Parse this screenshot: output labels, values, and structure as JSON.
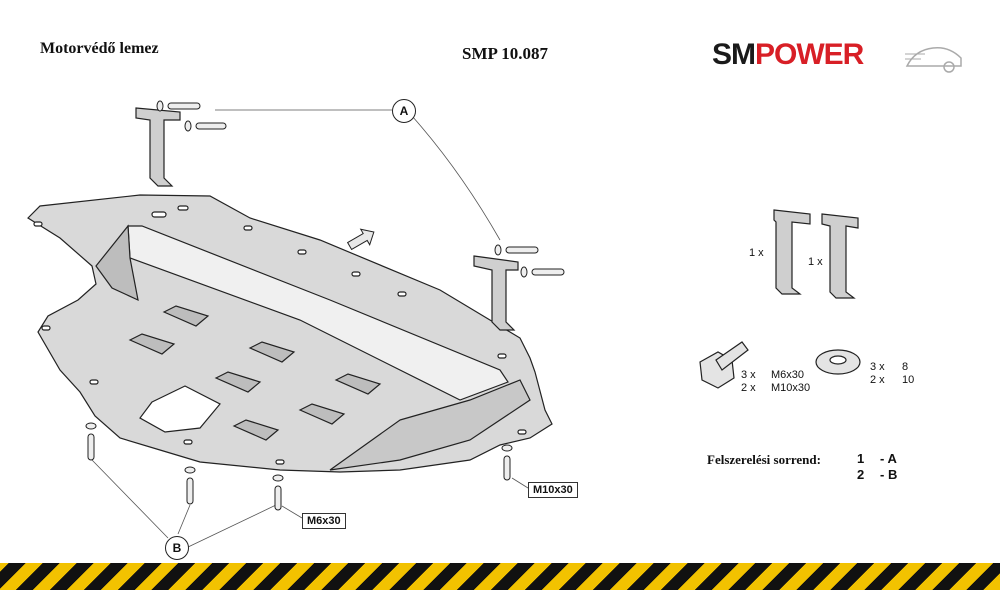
{
  "header": {
    "title": "Motorvédő lemez",
    "part_code": "SMP 10.087",
    "brand_left": "SM",
    "brand_right": "POWER"
  },
  "callouts": {
    "a": "A",
    "b": "B"
  },
  "diagram_labels": {
    "bolt_m6": "M6x30",
    "bolt_m10": "M10x30"
  },
  "parts": {
    "bracket_left_qty": "1  x",
    "bracket_right_qty": "1  x",
    "bolt_qty_1": "3  x",
    "bolt_size_1": "M6x30",
    "bolt_qty_2": "2  x",
    "bolt_size_2": "M10x30",
    "washer_qty_1": "3  x",
    "washer_size_1": "8",
    "washer_qty_2": "2  x",
    "washer_size_2": "10"
  },
  "install_sequence": {
    "title": "Felszerelési sorrend:",
    "steps": [
      {
        "num": "1",
        "ref": "- A"
      },
      {
        "num": "2",
        "ref": "- B"
      }
    ]
  },
  "colors": {
    "plate_fill": "#d9d9d9",
    "outline": "#222222",
    "brand_red": "#d81f26",
    "stripe_yellow": "#f2c200",
    "stripe_black": "#111111"
  }
}
